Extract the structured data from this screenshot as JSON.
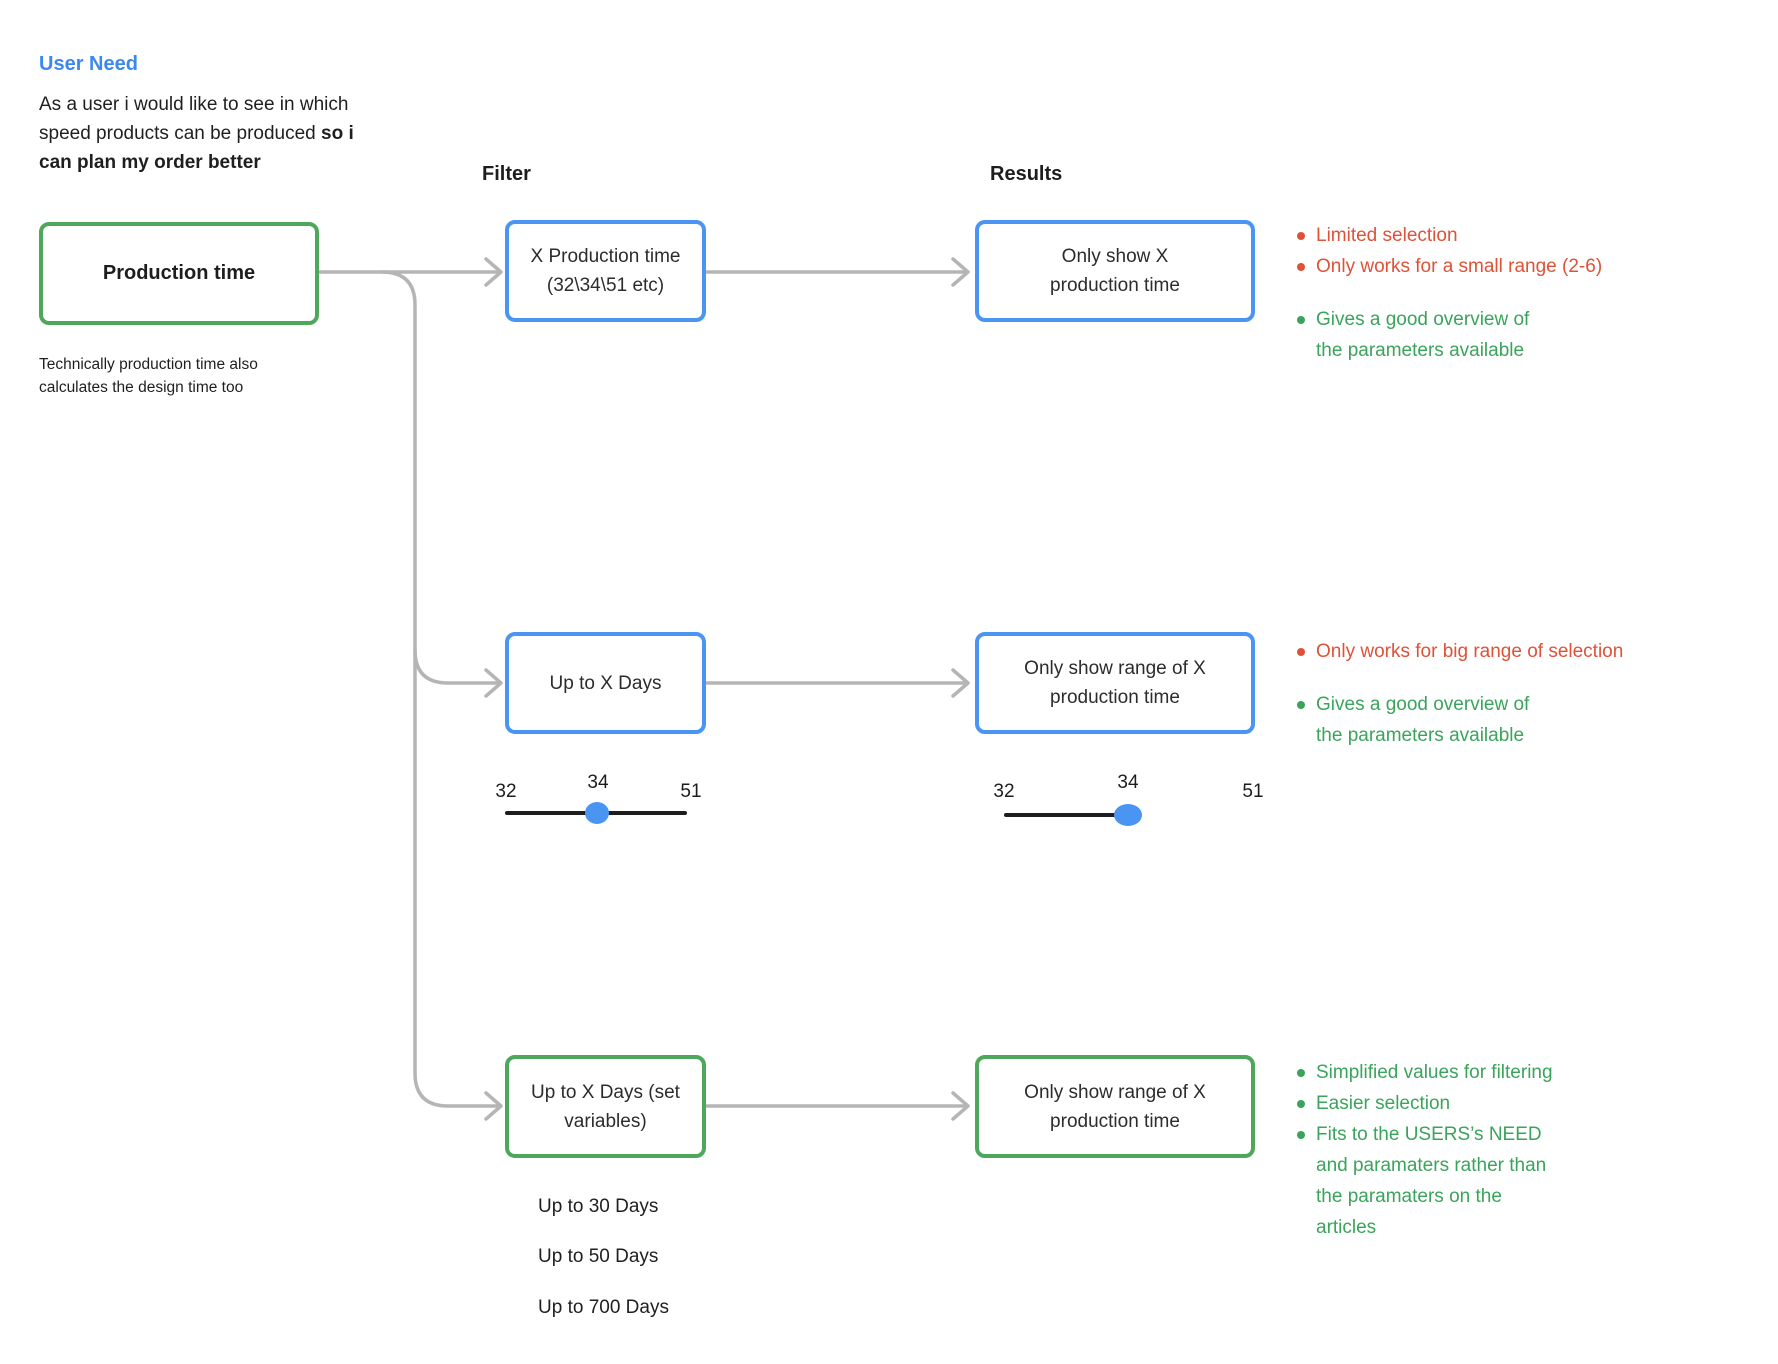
{
  "colors": {
    "accent_blue": "#4A94F2",
    "accent_green": "#4EA85C",
    "heading_blue": "#3B88EE",
    "negative_red": "#DE5238",
    "positive_green": "#3AA45B",
    "connector_gray": "#B5B5B5"
  },
  "user_need": {
    "heading": "User Need",
    "body_regular": "As a user i would like to see in which\nspeed products can be produced ",
    "body_bold": "so i\ncan plan my order better"
  },
  "columns": {
    "filter": "Filter",
    "results": "Results"
  },
  "source": {
    "label": "Production time",
    "note": "Technically production time also\ncalculates the design time too"
  },
  "rows": [
    {
      "filter_label": "X Production time\n(32\\34\\51 etc)",
      "result_label": "Only show X\nproduction time",
      "cons": [
        "Limited selection",
        "Only works for a small range (2-6)"
      ],
      "pros": [
        "Gives a good overview of\nthe parameters available"
      ]
    },
    {
      "filter_label": "Up to X Days",
      "result_label": "Only show range of X\nproduction time",
      "cons": [
        "Only works for big range of selection"
      ],
      "pros": [
        "Gives a good overview of\nthe parameters available"
      ],
      "filter_slider": {
        "min": "32",
        "value": "34",
        "max": "51"
      },
      "result_slider": {
        "min": "32",
        "value": "34",
        "max": "51"
      }
    },
    {
      "filter_label": "Up to X Days (set\nvariables)",
      "result_label": "Only show range of X\nproduction time",
      "pros": [
        "Simplified values for filtering",
        "Easier selection",
        "Fits to the USERS’s NEED\nand paramaters rather than\nthe paramaters on the\narticles"
      ],
      "filter_options": [
        "Up to 30 Days",
        "Up to 50 Days",
        "Up to 700 Days"
      ]
    }
  ]
}
